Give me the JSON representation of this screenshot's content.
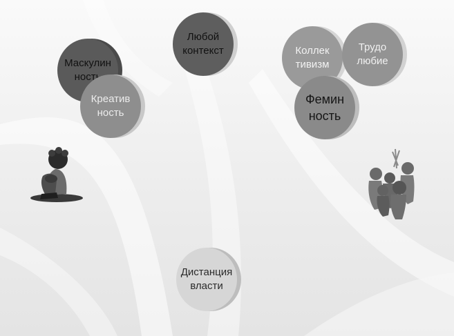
{
  "diagram": {
    "nodes": [
      {
        "id": "maskulinnost",
        "text": "Маскулин\nность",
        "tone": "dark"
      },
      {
        "id": "kreativnost",
        "text": "Креатив\nность",
        "tone": "mid"
      },
      {
        "id": "lyuboy-kontekst",
        "text": "Любой\nконтекст",
        "tone": "dark"
      },
      {
        "id": "kollektivizm",
        "text": "Коллек\nтивизм",
        "tone": "light"
      },
      {
        "id": "trudolyubie",
        "text": "Трудо\nлюбие",
        "tone": "mid"
      },
      {
        "id": "femininnost",
        "text": "Фемин\nность",
        "tone": "mid"
      },
      {
        "id": "distantsiya-vlasti",
        "text": "Дистанция\nвласти",
        "tone": "pale"
      }
    ],
    "figures": [
      {
        "id": "sitting-child",
        "icon": "sitting-child-icon"
      },
      {
        "id": "group-of-people",
        "icon": "group-of-people-icon"
      }
    ],
    "colors": {
      "dark": "#5a5a5a",
      "mid": "#8e8e8e",
      "light": "#9a9a9a",
      "pale": "#cdcdcd"
    }
  }
}
